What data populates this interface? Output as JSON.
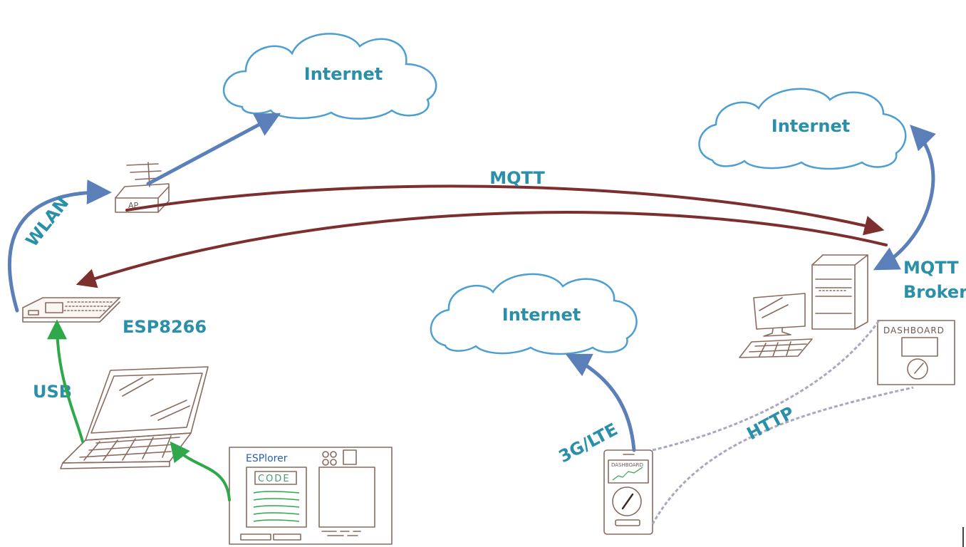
{
  "clouds": {
    "top": "Internet",
    "right": "Internet",
    "middle": "Internet"
  },
  "labels": {
    "wlan": "WLAN",
    "usb": "USB",
    "esp": "ESP8266",
    "mqtt": "MQTT",
    "broker_line1": "MQTT",
    "broker_line2": "Broker",
    "http": "HTTP",
    "cell": "3G/LTE"
  },
  "devices": {
    "ap": "AP",
    "esplorer_title": "ESPlorer",
    "esplorer_code": "CODE",
    "dashboard_screen": "DASHBOARD",
    "phone_dashboard": "DASHBOARD"
  },
  "colors": {
    "blue_arrow": "#5b7fb8",
    "mqtt_arrow": "#7d2f2f",
    "usb_arrow": "#2ea84a",
    "http_line": "#a8a8c0",
    "label": "#2a8fa8",
    "cloud_stroke": "#4c9fd0"
  }
}
